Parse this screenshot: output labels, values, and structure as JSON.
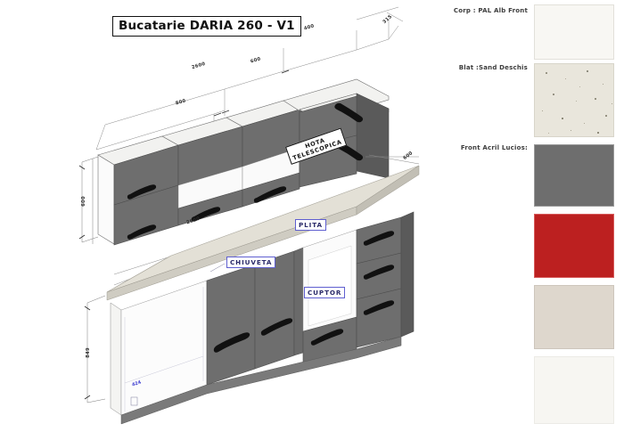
{
  "title": "Bucatarie DARIA 260 - V1",
  "drawing": {
    "callouts": [
      {
        "name": "plita",
        "label": "PLITA"
      },
      {
        "name": "chiuveta",
        "label": "CHIUVETA"
      },
      {
        "name": "cuptor",
        "label": "CUPTOR"
      }
    ],
    "hood_label_line1": "HOTA",
    "hood_label_line2": "TELESCOPICA",
    "dimensions": {
      "upper_total_width": "2600",
      "upper_seg_800": "800",
      "upper_seg_600": "600",
      "upper_seg_400": "400",
      "upper_depth": "315",
      "upper_height": "600",
      "lower_total_width": "2600",
      "lower_depth": "600",
      "lower_height": "849",
      "interior_width": "424"
    }
  },
  "materials": [
    {
      "name": "corp",
      "label": "Corp : PAL Alb Front",
      "color": "#f8f7f3",
      "border": "#e2e0da",
      "texture": "plain"
    },
    {
      "name": "blat",
      "label": "Blat :Sand Deschis",
      "color": "#e8e5da",
      "border": "#d8d5ca",
      "texture": "speckled"
    },
    {
      "name": "front",
      "label": "Front Acril Lucios:",
      "color": "#6e6e6e",
      "border": "#9a9a9a",
      "texture": "plain"
    },
    {
      "name": "front-red",
      "label": "",
      "color": "#bc2020",
      "border": "#d24a4a",
      "texture": "plain"
    },
    {
      "name": "front-beige",
      "label": "",
      "color": "#ded7cd",
      "border": "#cdc6bc",
      "texture": "plain"
    },
    {
      "name": "front-white",
      "label": "",
      "color": "#f7f6f2",
      "border": "#eae8e3",
      "texture": "plain"
    }
  ],
  "colors": {
    "cabinet_front": "#6e6e6e",
    "cabinet_front_dark": "#5a5a5a",
    "cabinet_front_light": "#7e7e7e",
    "carcass_white": "#fbfbfb",
    "countertop": "#dedbd2",
    "countertop_edge": "#c9c6bc",
    "handle": "#111111",
    "line": "#2b2b2b"
  }
}
